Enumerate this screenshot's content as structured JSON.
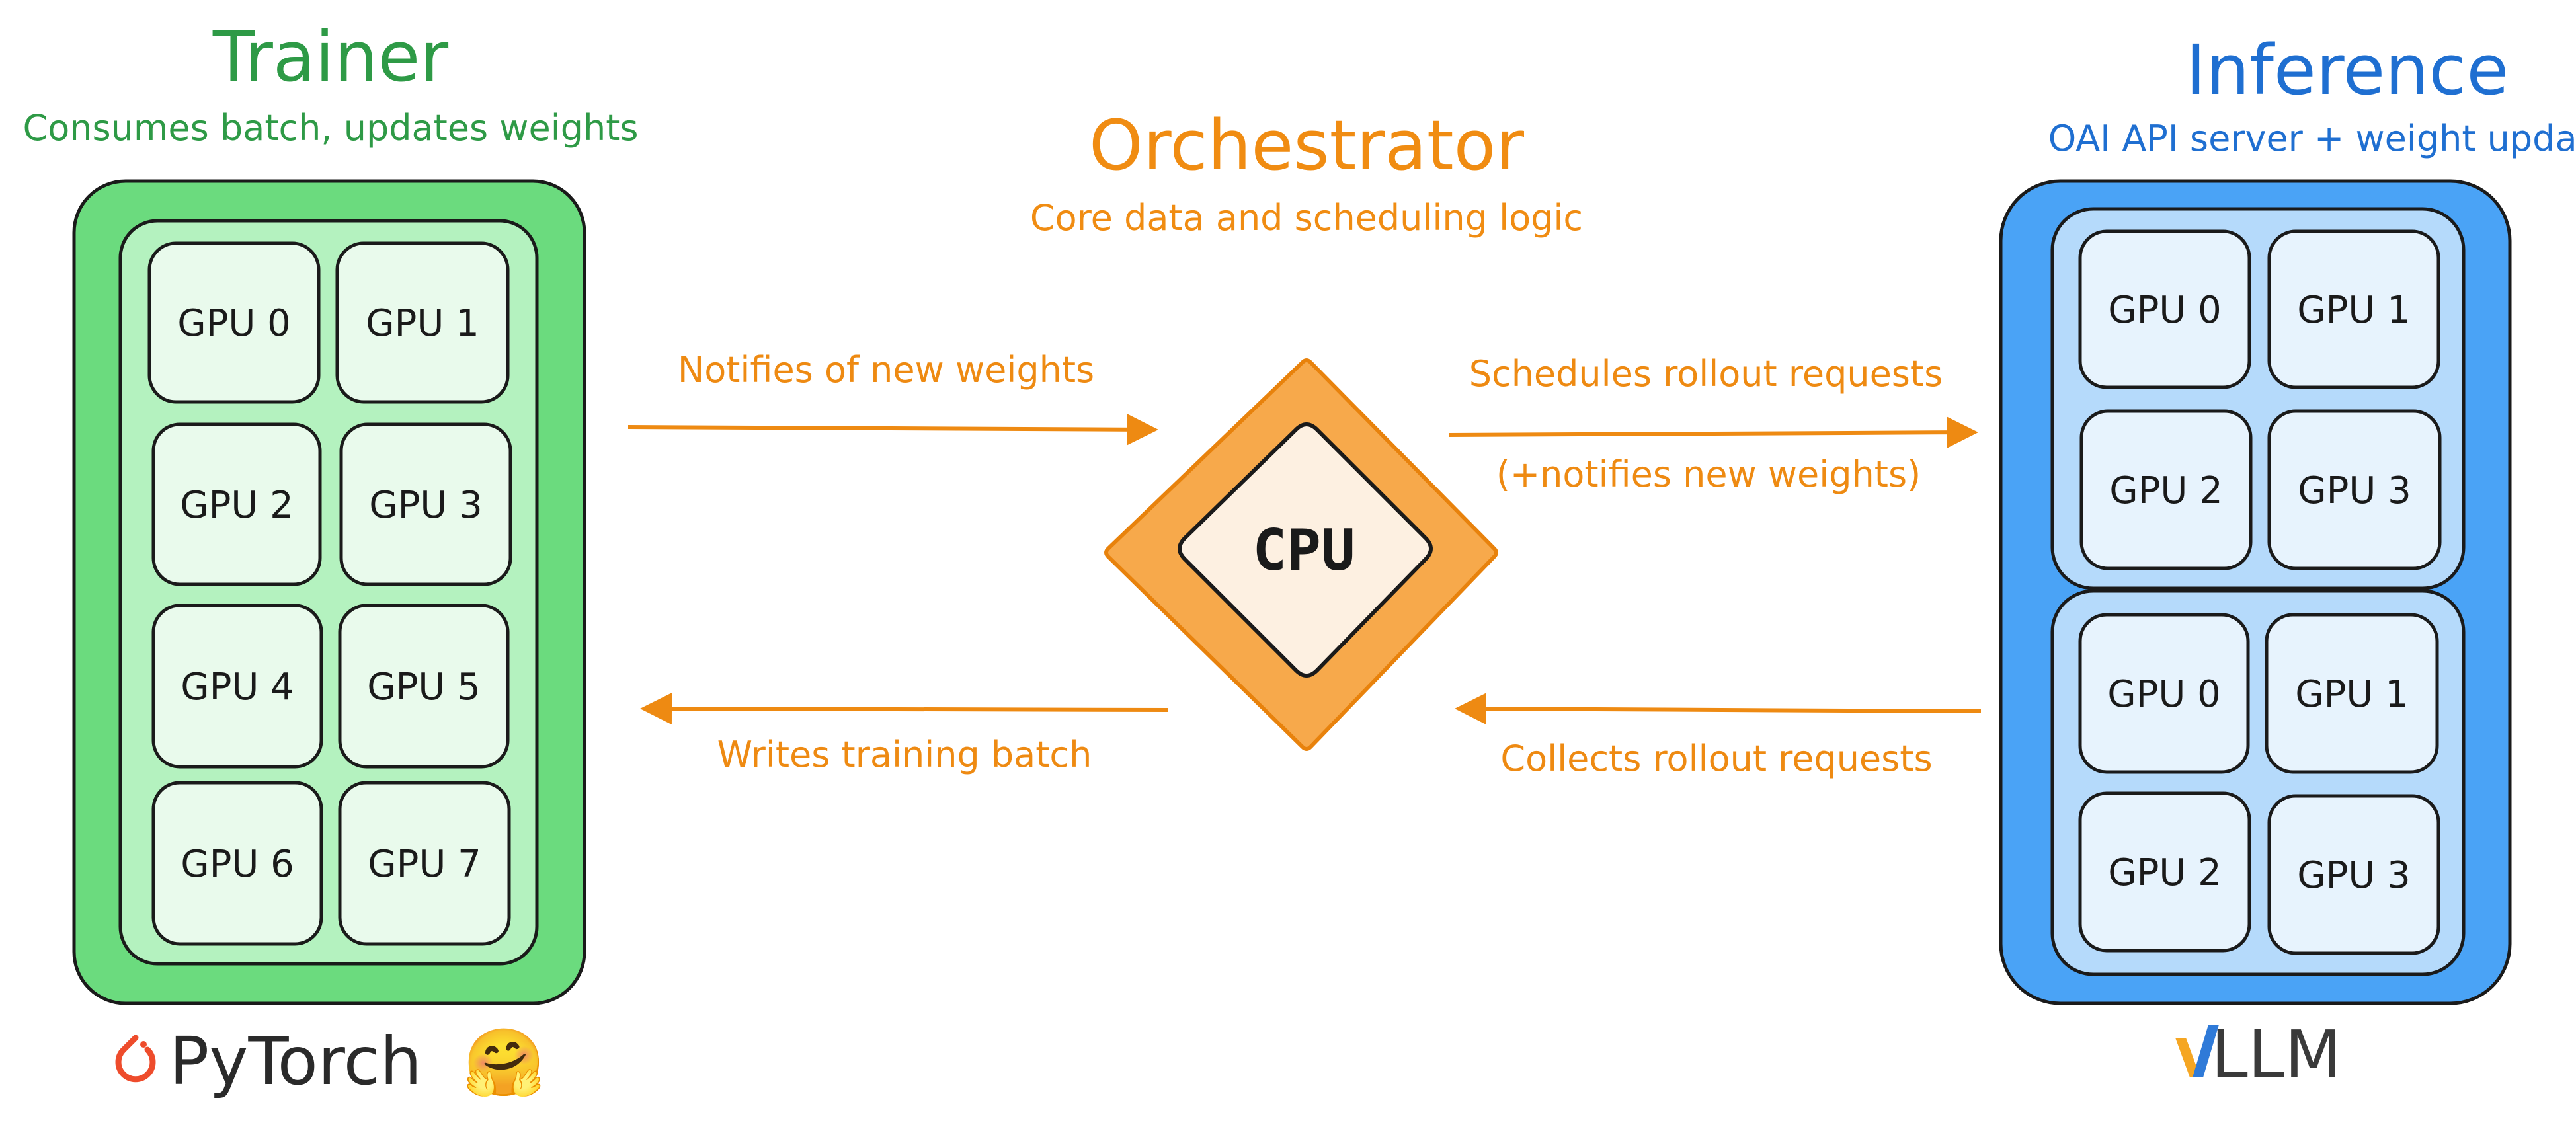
{
  "trainer": {
    "title": "Trainer",
    "subtitle": "Consumes batch, updates weights",
    "gpus": [
      "GPU 0",
      "GPU 1",
      "GPU 2",
      "GPU 3",
      "GPU 4",
      "GPU 5",
      "GPU 6",
      "GPU 7"
    ],
    "logo_text": "PyTorch",
    "logo_emoji": "🤗",
    "logo_icon": "pytorch-flame-icon",
    "colors": {
      "title": "#2e9a46",
      "outer": "#6bdb7e",
      "inner": "#b4f2bf",
      "gpu": "#e9faec"
    }
  },
  "orchestrator": {
    "title": "Orchestrator",
    "subtitle": "Core data and scheduling logic",
    "cpu_label": "CPU",
    "colors": {
      "title": "#f08c12",
      "diamond_outer": "#f7a94b",
      "diamond_inner": "#fdf0e1"
    }
  },
  "inference": {
    "title": "Inference",
    "subtitle": "OAI API server + weight updating",
    "group1_gpus": [
      "GPU 0",
      "GPU 1",
      "GPU 2",
      "GPU 3"
    ],
    "group2_gpus": [
      "GPU 0",
      "GPU 1",
      "GPU 2",
      "GPU 3"
    ],
    "logo_text": "LLM",
    "logo_icon": "vllm-v-icon",
    "colors": {
      "title": "#1f6fd1",
      "outer": "#4aa3f6",
      "inner": "#b5dafb",
      "gpu": "#e7f3fd"
    }
  },
  "arrows": {
    "trainer_to_orch": "Notifies of new weights",
    "orch_to_trainer": "Writes training batch",
    "orch_to_inference_line1": "Schedules rollout requests",
    "orch_to_inference_line2": "(+notifies new weights)",
    "inference_to_orch": "Collects rollout requests",
    "color": "#ee8a12"
  }
}
